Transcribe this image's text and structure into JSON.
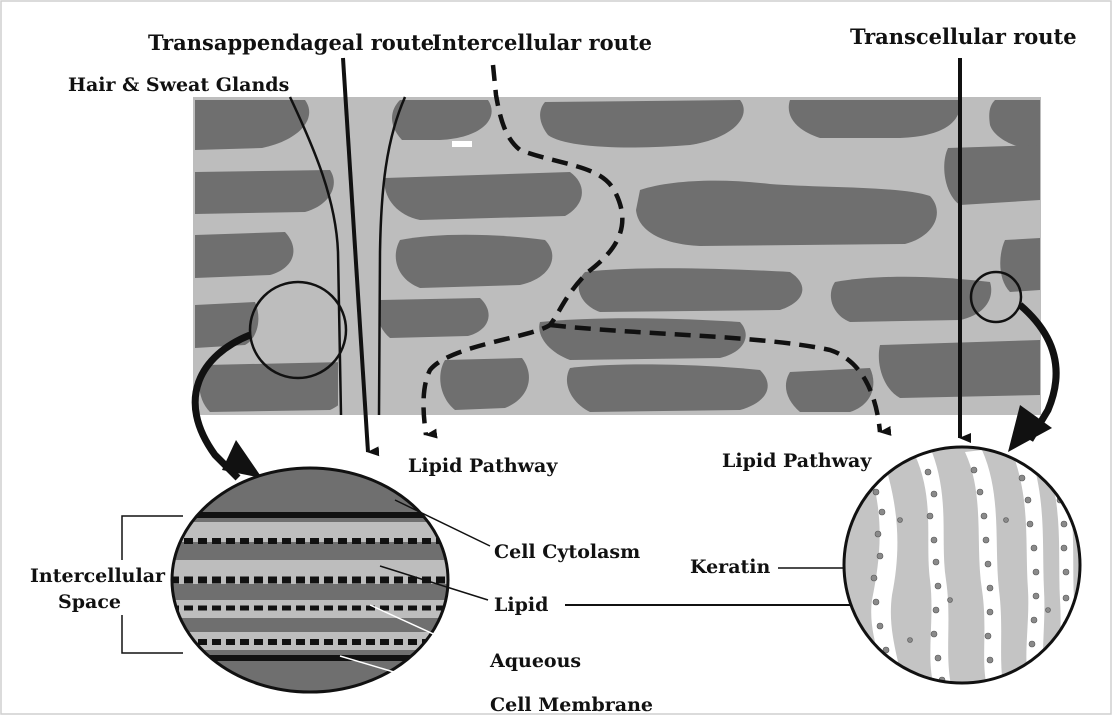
{
  "labels": {
    "transappendageal_route": "Transappendageal route",
    "intercellular_route": "Intercellular route",
    "transcellular_route": "Transcellular route",
    "hair_sweat_glands": "Hair & Sweat Glands",
    "lipid_pathway_left": "Lipid Pathway",
    "lipid_pathway_right": "Lipid Pathway",
    "intercellular_space_line1": "Intercellular",
    "intercellular_space_line2": "Space",
    "cell_cytolasm": "Cell Cytolasm",
    "lipid": "Lipid",
    "aqueous": "Aqueous",
    "cell_membrane": "Cell Membrane",
    "keratin": "Keratin"
  },
  "colors": {
    "corneocyte": "#6f6f6f",
    "lipid_matrix": "#bdbdbd",
    "line": "#111111"
  }
}
